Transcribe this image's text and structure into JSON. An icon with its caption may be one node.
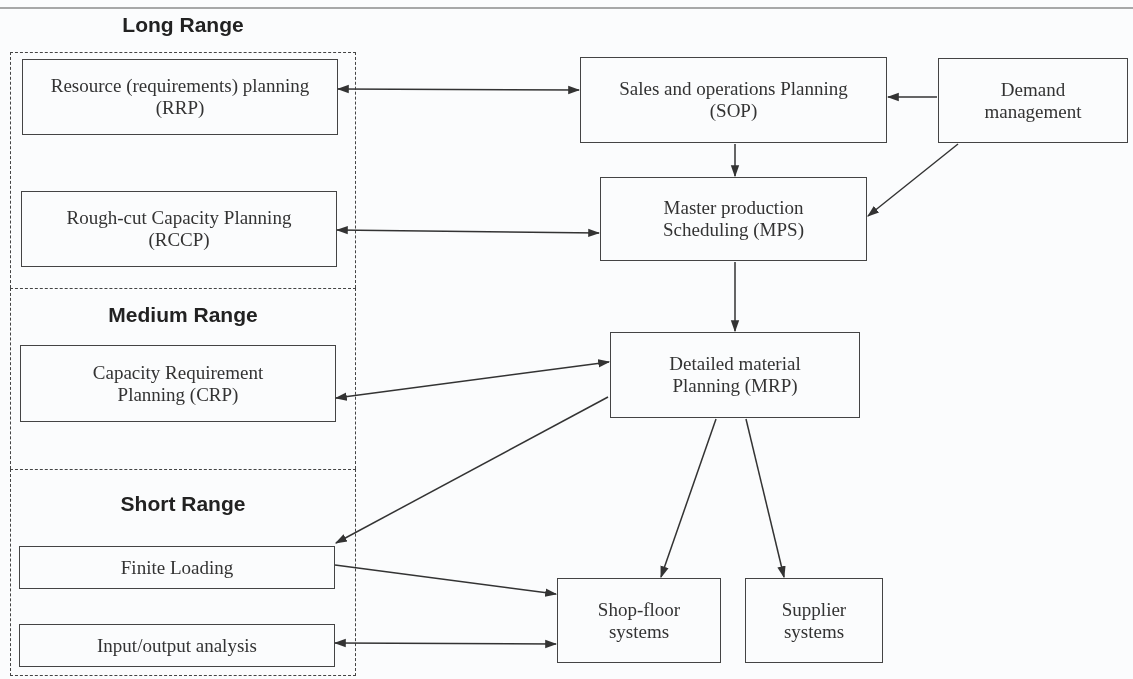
{
  "diagram": {
    "nodes": [
      {
        "text": [
          "Long Range"
        ]
      },
      {
        "text": [
          "Resource (requirements) planning (RRP)"
        ],
        "in": 0
      },
      {
        "text": [
          "Rough-cut Capacity Planning (RCCP)"
        ],
        "in": 0
      },
      {
        "text": [
          "Medium Range"
        ]
      },
      {
        "text": [
          "Capacity Requirement Planning (CRP)"
        ],
        "in": 3
      },
      {
        "text": [
          "Short Range"
        ]
      },
      {
        "text": [
          "Finite Loading"
        ],
        "in": 5
      },
      {
        "text": [
          "Input/output analysis"
        ],
        "in": 5
      },
      {
        "text": [
          "Sales and operations Planning (SOP)"
        ]
      },
      {
        "text": [
          "Demand management"
        ]
      },
      {
        "text": [
          "Master production Scheduling (MPS)"
        ]
      },
      {
        "text": [
          "Detailed material Planning (MRP)"
        ]
      },
      {
        "text": [
          "Shop-floor systems"
        ]
      },
      {
        "text": [
          "Supplier systems"
        ]
      }
    ],
    "edges": [
      {
        "from": 1,
        "to": 8,
        "arrow": "both"
      },
      {
        "from": 9,
        "to": 8,
        "arrow": "to"
      },
      {
        "from": 8,
        "to": 10,
        "arrow": "to"
      },
      {
        "from": 9,
        "to": 10,
        "arrow": "to"
      },
      {
        "from": 2,
        "to": 10,
        "arrow": "both"
      },
      {
        "from": 10,
        "to": 11,
        "arrow": "to"
      },
      {
        "from": 11,
        "to": 4,
        "arrow": "both"
      },
      {
        "from": 11,
        "to": 6,
        "arrow": "to"
      },
      {
        "from": 6,
        "to": 12,
        "arrow": "to"
      },
      {
        "from": 7,
        "to": 12,
        "arrow": "both"
      },
      {
        "from": 11,
        "to": 12,
        "arrow": "to"
      },
      {
        "from": 11,
        "to": 13,
        "arrow": "to"
      }
    ]
  }
}
